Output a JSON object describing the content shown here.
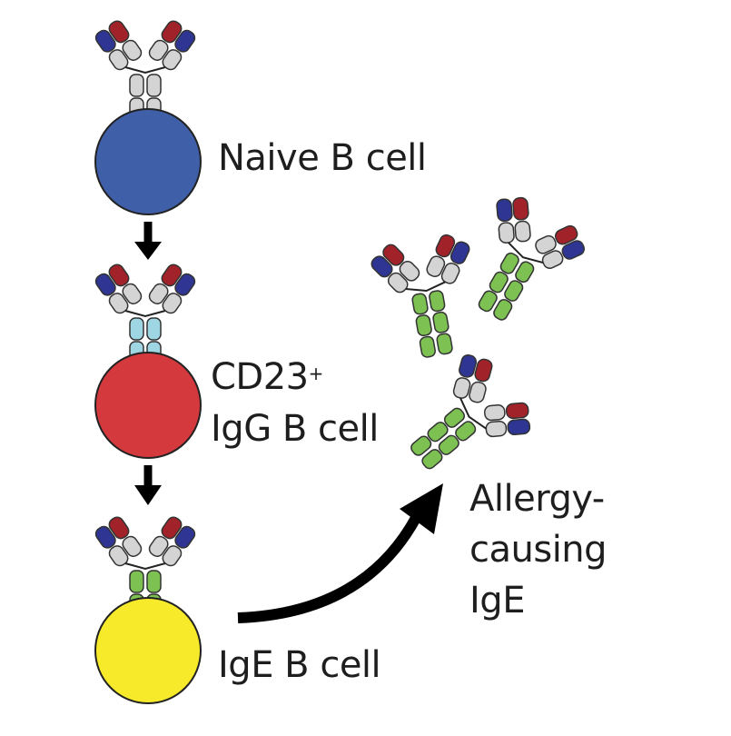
{
  "labels": {
    "naive": "Naive B cell",
    "cd23": "CD23",
    "cd23_sup": "+",
    "igg": "IgG B cell",
    "ige_cell": "IgE B cell",
    "allergy_line1": "Allergy-",
    "allergy_line2": "causing",
    "allergy_line3": "IgE"
  },
  "colors": {
    "naive_cell": "#3f5fa8",
    "igg_cell": "#d4393d",
    "ige_cell": "#f6ea2a",
    "heavy_variable": "#a2222a",
    "light_variable": "#2e3592",
    "constant_gray": "#d4d4d4",
    "igg_constant": "#9ed6e3",
    "ige_constant": "#7cc151",
    "arrow": "#000000"
  }
}
